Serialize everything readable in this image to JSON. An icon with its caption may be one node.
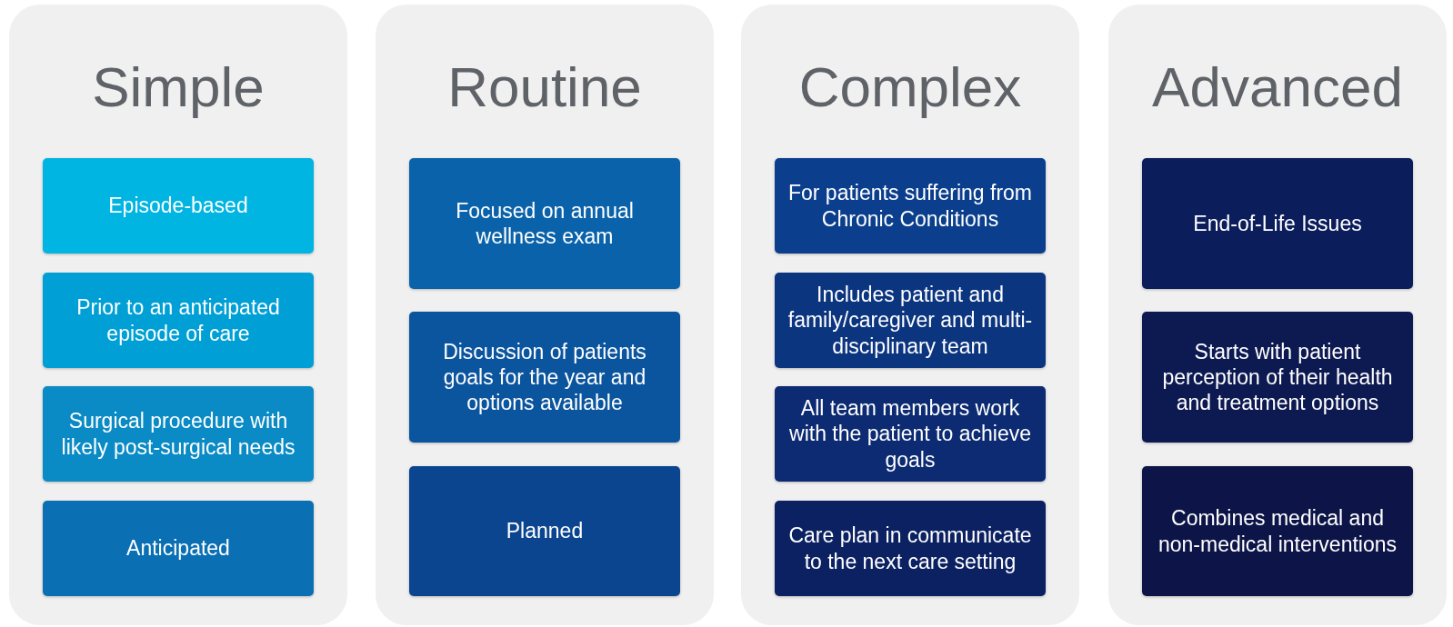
{
  "diagram": {
    "nodes": [
      {
        "text": [
          "Simple"
        ]
      },
      {
        "text": [
          "Episode-based"
        ],
        "in": 0
      },
      {
        "text": [
          "Prior to an anticipated episode of care"
        ],
        "in": 0
      },
      {
        "text": [
          "Surgical procedure with likely post-surgical needs"
        ],
        "in": 0
      },
      {
        "text": [
          "Anticipated"
        ],
        "in": 0
      },
      {
        "text": [
          "Routine"
        ]
      },
      {
        "text": [
          "Focused on annual wellness exam"
        ],
        "in": 5
      },
      {
        "text": [
          "Discussion of patients goals for the year and options available"
        ],
        "in": 5
      },
      {
        "text": [
          "Planned"
        ],
        "in": 5
      },
      {
        "text": [
          "Complex"
        ]
      },
      {
        "text": [
          "For patients suffering from Chronic Conditions"
        ],
        "in": 9
      },
      {
        "text": [
          "Includes patient and family/caregiver and multi-disciplinary team"
        ],
        "in": 9
      },
      {
        "text": [
          "All team members work with the patient to achieve goals"
        ],
        "in": 9
      },
      {
        "text": [
          "Care plan in communicate to the next care setting"
        ],
        "in": 9
      },
      {
        "text": [
          "Advanced"
        ]
      },
      {
        "text": [
          "End-of-Life Issues"
        ],
        "in": 14
      },
      {
        "text": [
          "Starts with patient perception of their health and treatment options"
        ],
        "in": 14
      },
      {
        "text": [
          "Combines medical and non-medical interventions"
        ],
        "in": 14
      }
    ],
    "edges": []
  }
}
